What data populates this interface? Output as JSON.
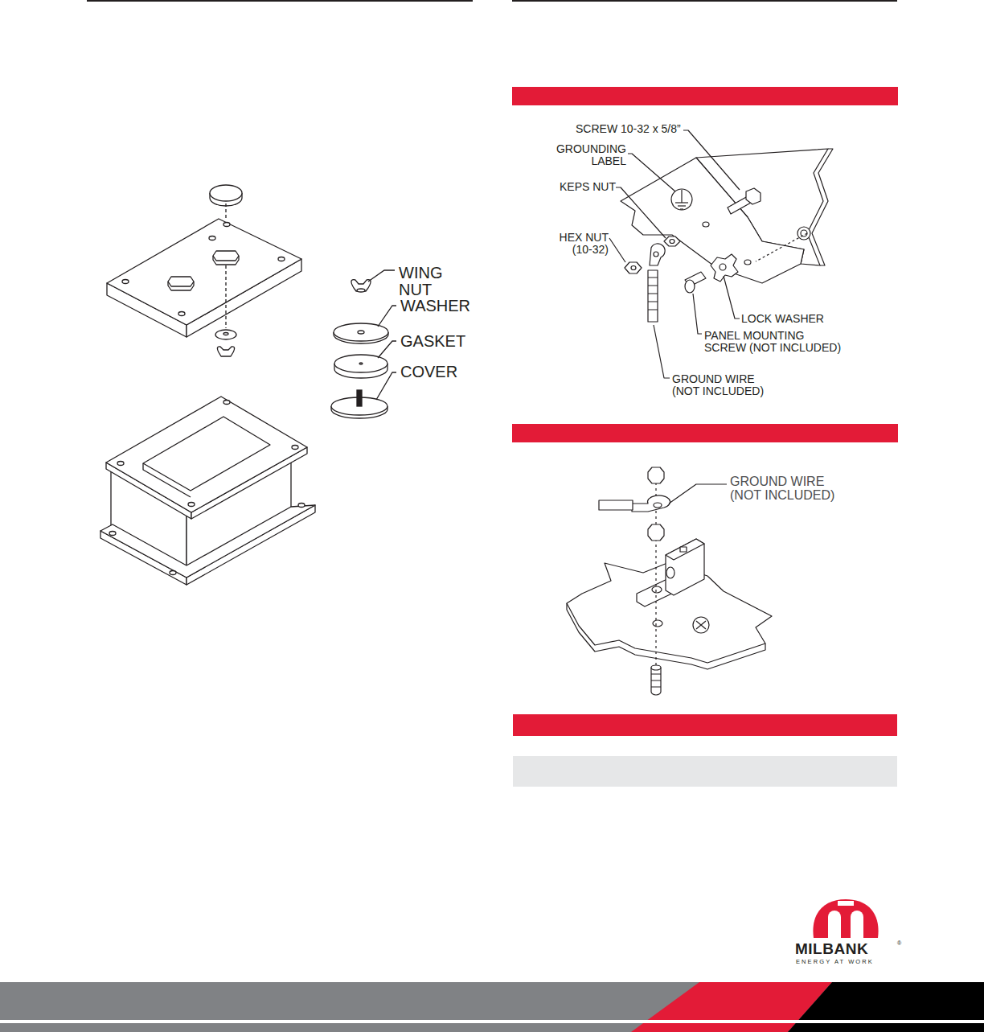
{
  "diagram": {
    "labels": [
      "WING NUT",
      "WASHER",
      "GASKET",
      "COVER",
      "SCREW 10-32 x 5/8”",
      "GROUNDING LABEL",
      "KEPS NUT",
      "HEX NUT (10-32)",
      "LOCK WASHER",
      "PANEL MOUNTING SCREW (NOT INCLUDED)",
      "GROUND WIRE (NOT INCLUDED)",
      "GROUND WIRE (NOT INCLUDED)",
      "MILBANK",
      "ENERGY AT WORK",
      "®"
    ]
  }
}
